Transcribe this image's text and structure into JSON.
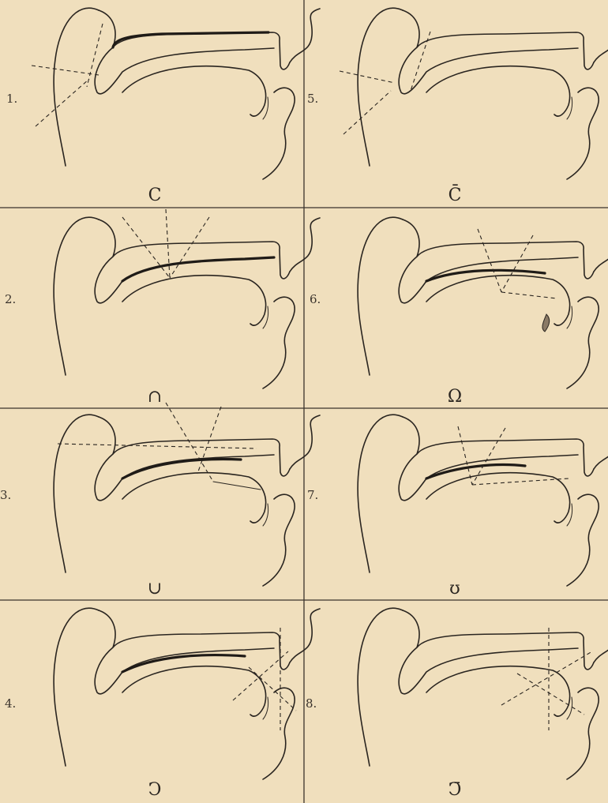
{
  "panels": [
    {
      "label": "1.",
      "symbol": "C"
    },
    {
      "label": "5.",
      "symbol": "C̄"
    },
    {
      "label": "2.",
      "symbol": "∩"
    },
    {
      "label": "6.",
      "symbol": "Ω"
    },
    {
      "label": "3.",
      "symbol": "∪"
    },
    {
      "label": "7.",
      "symbol": "ʊ"
    },
    {
      "label": "4.",
      "symbol": "Ↄ"
    },
    {
      "label": "8.",
      "symbol": "Ↄ̄"
    }
  ]
}
